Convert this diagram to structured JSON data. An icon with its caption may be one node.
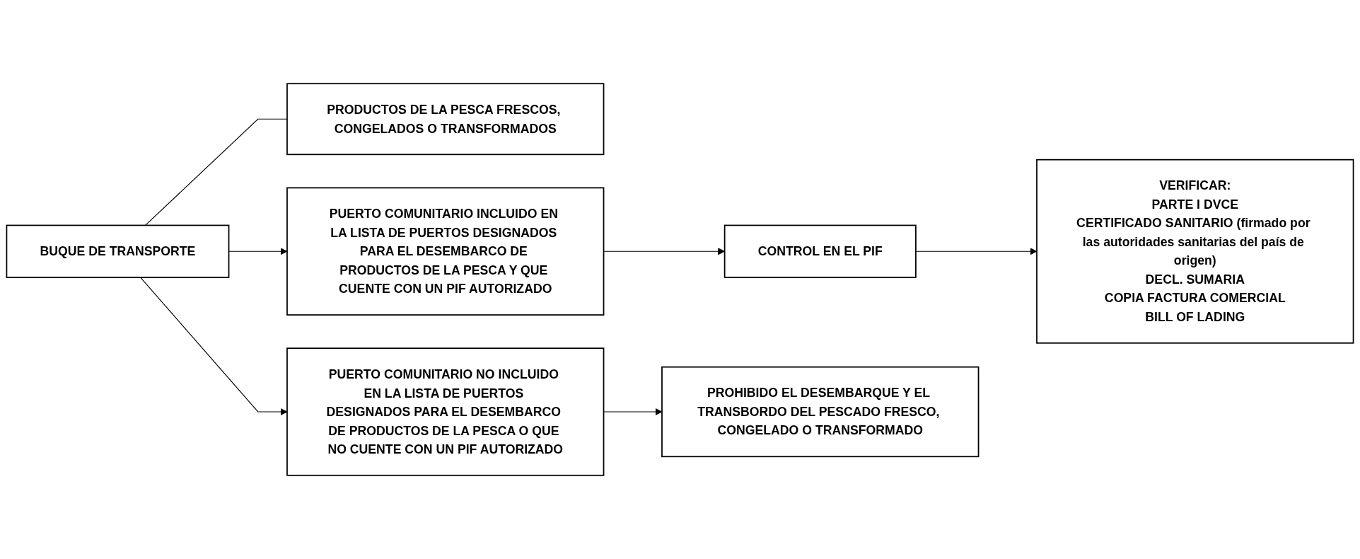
{
  "diagram": {
    "nodes": [
      {
        "text": [
          "BUQUE DE TRANSPORTE"
        ]
      },
      {
        "text": [
          "PRODUCTOS DE LA PESCA FRESCOS, CONGELADOS O TRANSFORMADOS"
        ]
      },
      {
        "text": [
          "PUERTO COMUNITARIO INCLUIDO EN LA LISTA DE PUERTOS DESIGNADOS PARA EL DESEMBARCO DE PRODUCTOS DE LA PESCA Y QUE CUENTE CON UN PIF AUTORIZADO"
        ]
      },
      {
        "text": [
          "PUERTO COMUNITARIO NO INCLUIDO EN LA LISTA DE PUERTOS DESIGNADOS PARA EL DESEMBARCO DE PRODUCTOS DE LA PESCA O QUE NO CUENTE CON UN PIF AUTORIZADO"
        ]
      },
      {
        "text": [
          "CONTROL EN EL PIF"
        ]
      },
      {
        "text": [
          "VERIFICAR:",
          "PARTE I DVCE",
          "CERTIFICADO SANITARIO (firmado por las autoridades sanitarias del país de origen)",
          "DECL. SUMARIA",
          "COPIA FACTURA COMERCIAL",
          "BILL OF LADING"
        ]
      },
      {
        "text": [
          "PROHIBIDO EL DESEMBARQUE Y EL TRANSBORDO DEL PESCADO FRESCO, CONGELADO O TRANSFORMADO"
        ]
      }
    ],
    "edges": [
      {
        "from": 0,
        "to": 2,
        "arrow": "to"
      },
      {
        "from": 0,
        "to": 3,
        "arrow": "to"
      },
      {
        "from": 0,
        "to": 1,
        "arrow": "none"
      },
      {
        "from": 2,
        "to": 4,
        "arrow": "to"
      },
      {
        "from": 4,
        "to": 5,
        "arrow": "to"
      },
      {
        "from": 3,
        "to": 6,
        "arrow": "to"
      }
    ]
  }
}
